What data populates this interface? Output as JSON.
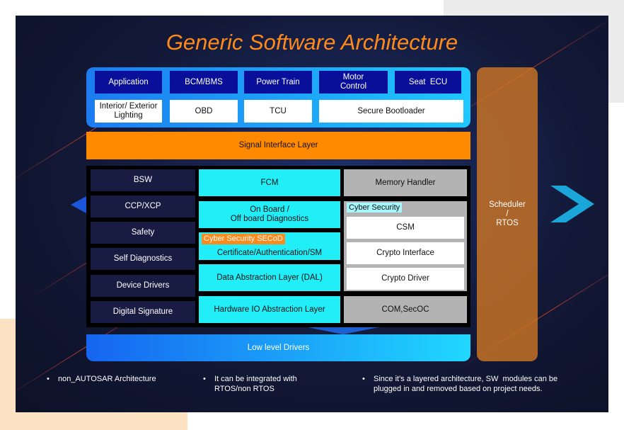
{
  "title": "Generic Software Architecture",
  "application_layer": {
    "row1": [
      "Application",
      "BCM/BMS",
      "Power Train",
      "Motor Control",
      "Seat  ECU"
    ],
    "row2": [
      "Interior/ Exterior Lighting",
      "OBD",
      "TCU",
      "Secure Bootloader"
    ]
  },
  "signal_layer": "Signal Interface Layer",
  "bsw_column": [
    "BSW",
    "CCP/XCP",
    "Safety",
    "Self Diagnostics",
    "Device Drivers",
    "Digital Signature"
  ],
  "middle_column": {
    "fcm": "FCM",
    "diagnostics_line1": "On Board /",
    "diagnostics_line2": "Off board Diagnostics",
    "secod_tag": "Cyber Security SECoD",
    "cert": "Certificate/Authentication/SM",
    "dal": "Data Abstraction Layer (DAL)",
    "hwio": "Hardware IO Abstraction Layer"
  },
  "right_column": {
    "memory": "Memory Handler",
    "cyber_tag": "Cyber Security",
    "csm": "CSM",
    "crypto_interface": "Crypto Interface",
    "crypto_driver": "Crypto Driver",
    "com": "COM,SecOC"
  },
  "low_level": "Low level Drivers",
  "scheduler": {
    "line1": "Scheduler",
    "line2": "/",
    "line3": "RTOS"
  },
  "bullets": [
    {
      "line1": "non_AUTOSAR Architecture",
      "line2": ""
    },
    {
      "line1": "It can be integrated with",
      "line2": "RTOS/non RTOS"
    },
    {
      "line1": "Since it's a layered architecture, SW  modules can be",
      "line2": "plugged in and removed based on project needs."
    }
  ],
  "bullet_char": "•"
}
